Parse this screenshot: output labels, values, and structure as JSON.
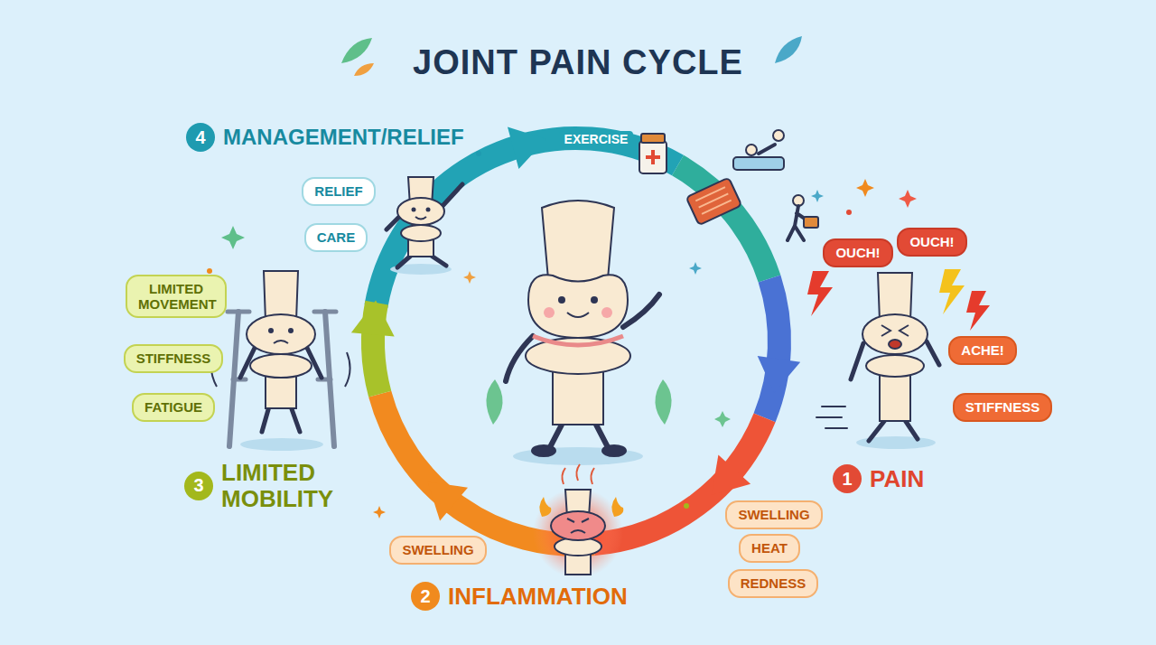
{
  "diagram": {
    "title": "JOINT PAIN CYCLE",
    "nodes": [
      {
        "text": [
          "4",
          "MANAGEMENT/RELIEF"
        ]
      },
      {
        "text": [
          "RELIEF"
        ]
      },
      {
        "text": [
          "CARE"
        ]
      },
      {
        "text": [
          "OUCH!"
        ]
      },
      {
        "text": [
          "OUCH!"
        ]
      },
      {
        "text": [
          "ACHE!"
        ]
      },
      {
        "text": [
          "STIFFNESS"
        ]
      },
      {
        "text": [
          "1",
          "PAIN"
        ]
      },
      {
        "text": [
          "SWELLING"
        ]
      },
      {
        "text": [
          "HEAT"
        ]
      },
      {
        "text": [
          "REDNESS"
        ]
      },
      {
        "text": [
          "SWELLING"
        ]
      },
      {
        "text": [
          "2",
          "INFLAMMATION"
        ]
      },
      {
        "text": [
          "LIMITED MOVEMENT"
        ]
      },
      {
        "text": [
          "STIFFNESS"
        ]
      },
      {
        "text": [
          "FATIGUE"
        ]
      },
      {
        "text": [
          "3",
          "LIMITED MOBILITY"
        ]
      }
    ],
    "labels": [
      "EXERCISE"
    ]
  }
}
